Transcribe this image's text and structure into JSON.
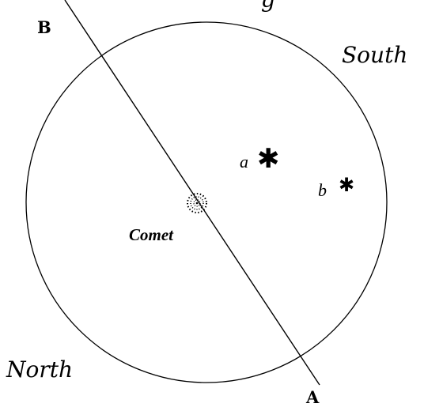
{
  "labels": {
    "point_b": "B",
    "point_a": "A",
    "south": "South",
    "north": "North",
    "comet": "Comet",
    "star_a": "a",
    "star_b": "b",
    "top_fragment": "g"
  },
  "icons": {
    "star_a": "asterisk",
    "star_b": "asterisk",
    "comet": "dotted-nebula"
  },
  "colors": {
    "ink": "#000000",
    "paper": "#ffffff"
  }
}
